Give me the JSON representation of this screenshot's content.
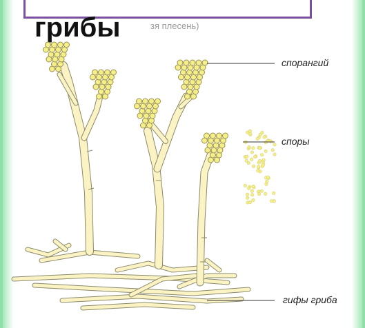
{
  "slide": {
    "title": "грибы",
    "subtitle_fragment": "зя плесень)"
  },
  "labels": {
    "sporangium": "спорангий",
    "spores": "споры",
    "hyphae": "гифы гриба"
  },
  "colors": {
    "border": "#7a4f9e",
    "hypha_fill": "#fbf3c4",
    "hypha_stroke": "#8a8a6a",
    "spore_fill": "#f5ef8a",
    "spore_stroke": "#9a9050",
    "background_edge": "#8fe0a8"
  }
}
